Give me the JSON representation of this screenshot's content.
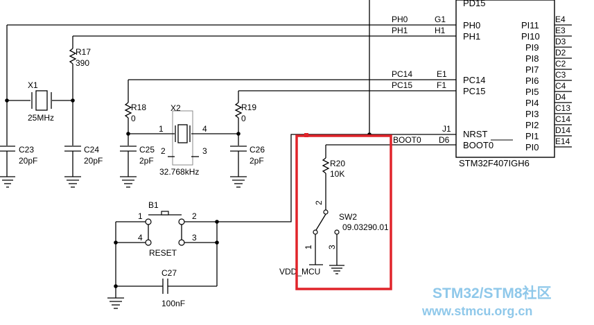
{
  "mcu": {
    "part": "STM32F407IGH6",
    "left_pins": [
      {
        "ball": "G1",
        "name": "PH0",
        "net": "PH0"
      },
      {
        "ball": "H1",
        "name": "PH1",
        "net": "PH1"
      },
      {
        "ball": "E1",
        "name": "PC14",
        "net": "PC14"
      },
      {
        "ball": "F1",
        "name": "PC15",
        "net": "PC15"
      },
      {
        "ball": "J1",
        "name": "NRST",
        "net": ""
      },
      {
        "ball": "D6",
        "name": "BOOT0",
        "net": "BOOT0"
      }
    ],
    "right_pins": [
      {
        "name": "PI11",
        "ball": "E4"
      },
      {
        "name": "PI10",
        "ball": "E3"
      },
      {
        "name": "PI9",
        "ball": "D3"
      },
      {
        "name": "PI8",
        "ball": "D2"
      },
      {
        "name": "PI7",
        "ball": "C2"
      },
      {
        "name": "PI6",
        "ball": "C3"
      },
      {
        "name": "PI5",
        "ball": "C4"
      },
      {
        "name": "PI4",
        "ball": "D4"
      },
      {
        "name": "PI3",
        "ball": "C13"
      },
      {
        "name": "PI2",
        "ball": "C14"
      },
      {
        "name": "PI1",
        "ball": "D14"
      },
      {
        "name": "PI0",
        "ball": "E14"
      }
    ],
    "top_pin": "PD15"
  },
  "components": {
    "r17": {
      "ref": "R17",
      "value": "390"
    },
    "x1": {
      "ref": "X1",
      "value": "25MHz"
    },
    "c23": {
      "ref": "C23",
      "value": "20pF"
    },
    "c24": {
      "ref": "C24",
      "value": "20pF"
    },
    "r18": {
      "ref": "R18",
      "value": "0"
    },
    "r19": {
      "ref": "R19",
      "value": "0"
    },
    "x2": {
      "ref": "X2",
      "value": "32.768kHz",
      "pin1": "1",
      "pin2": "2",
      "pin3": "3",
      "pin4": "4"
    },
    "c25": {
      "ref": "C25",
      "value": "2pF"
    },
    "c26": {
      "ref": "C26",
      "value": "2pF"
    },
    "b1": {
      "ref": "B1",
      "value": "RESET",
      "pin1": "1",
      "pin2": "2",
      "pin3": "3",
      "pin4": "4"
    },
    "c27": {
      "ref": "C27",
      "value": "100nF"
    },
    "r20": {
      "ref": "R20",
      "value": "10K"
    },
    "sw2": {
      "ref": "SW2",
      "value": "09.03290.01",
      "pin1": "1",
      "pin2": "2",
      "pin3": "3"
    },
    "vdd": {
      "label": "VDD_MCU"
    }
  },
  "highlight": {
    "color": "#e0242a"
  },
  "watermark": {
    "line1": "STM32/STM8社区",
    "line2": "www.stmcu.org.cn",
    "color": "#8fc8ea"
  }
}
